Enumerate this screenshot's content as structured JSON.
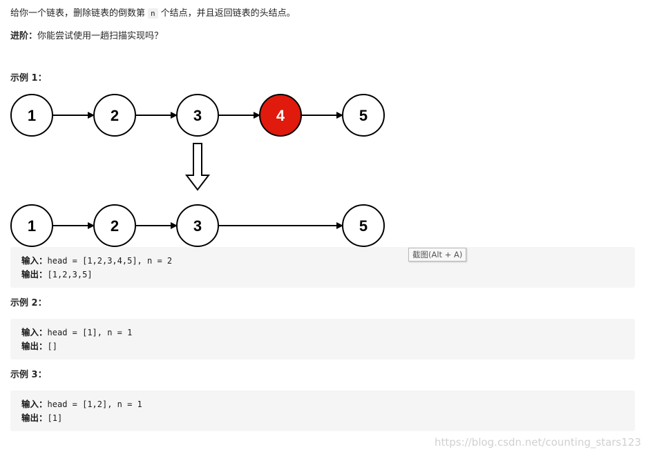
{
  "problem": {
    "intro_before": "给你一个链表，删除链表的倒数第",
    "intro_var": "n",
    "intro_after": "个结点，并且返回链表的头结点。",
    "advanced_label": "进阶：",
    "advanced_text": "你能尝试使用一趟扫描实现吗？"
  },
  "examples": [
    {
      "title": "示例 1：",
      "input_label": "输入：",
      "input": "head = [1,2,3,4,5], n = 2",
      "output_label": "输出：",
      "output": "[1,2,3,5]"
    },
    {
      "title": "示例 2：",
      "input_label": "输入：",
      "input": "head = [1], n = 1",
      "output_label": "输出：",
      "output": "[]"
    },
    {
      "title": "示例 3：",
      "input_label": "输入：",
      "input": "head = [1,2], n = 1",
      "output_label": "输出：",
      "output": "[1]"
    }
  ],
  "diagram": {
    "before": [
      "1",
      "2",
      "3",
      "4",
      "5"
    ],
    "removed": "4",
    "after": [
      "1",
      "2",
      "3",
      "5"
    ],
    "removed_color": "#e01a0c",
    "node_color": "#ffffff"
  },
  "tooltip": "截图(Alt + A)",
  "watermark": "https://blog.csdn.net/counting_stars123"
}
